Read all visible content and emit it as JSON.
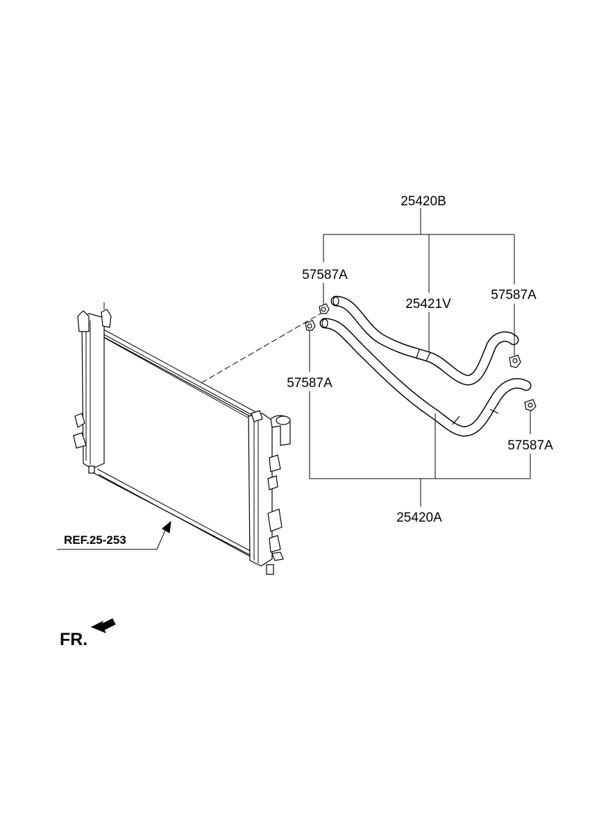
{
  "labels": {
    "assembly_upper": "25420B",
    "assembly_lower": "25420A",
    "hose_middle": "25421V",
    "clamp_upper_left": "57587A",
    "clamp_upper_right": "57587A",
    "clamp_lower_left": "57587A",
    "clamp_lower_right": "57587A",
    "reference": "REF.25-253",
    "front_indicator": "FR."
  }
}
